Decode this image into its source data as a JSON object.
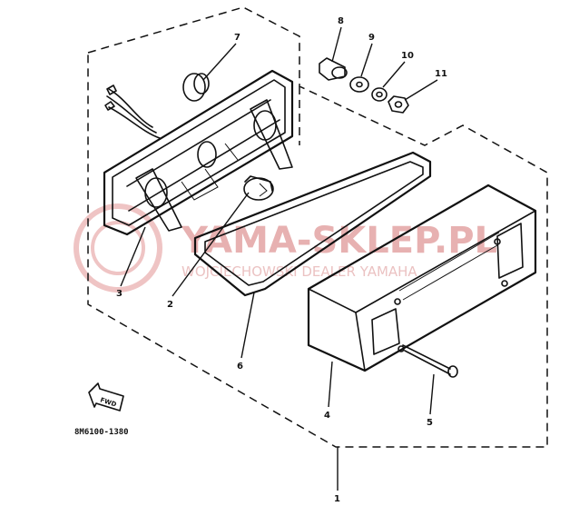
{
  "diagram": {
    "part_code": "8M6100-1380",
    "fwd_label": "FWD",
    "callouts": [
      {
        "id": "c1",
        "label": "1"
      },
      {
        "id": "c2",
        "label": "2"
      },
      {
        "id": "c3",
        "label": "3"
      },
      {
        "id": "c4",
        "label": "4"
      },
      {
        "id": "c5",
        "label": "5"
      },
      {
        "id": "c6",
        "label": "6"
      },
      {
        "id": "c7",
        "label": "7"
      },
      {
        "id": "c8",
        "label": "8"
      },
      {
        "id": "c9",
        "label": "9"
      },
      {
        "id": "c10",
        "label": "10"
      },
      {
        "id": "c11",
        "label": "11"
      }
    ]
  },
  "watermark": {
    "title": "YAMA-SKLEP.PL",
    "subtitle": "WOJCIECHOWSKI DEALER YAMAHA"
  },
  "colors": {
    "line": "#111111",
    "background": "#ffffff",
    "watermark": "#e7b1b1"
  }
}
